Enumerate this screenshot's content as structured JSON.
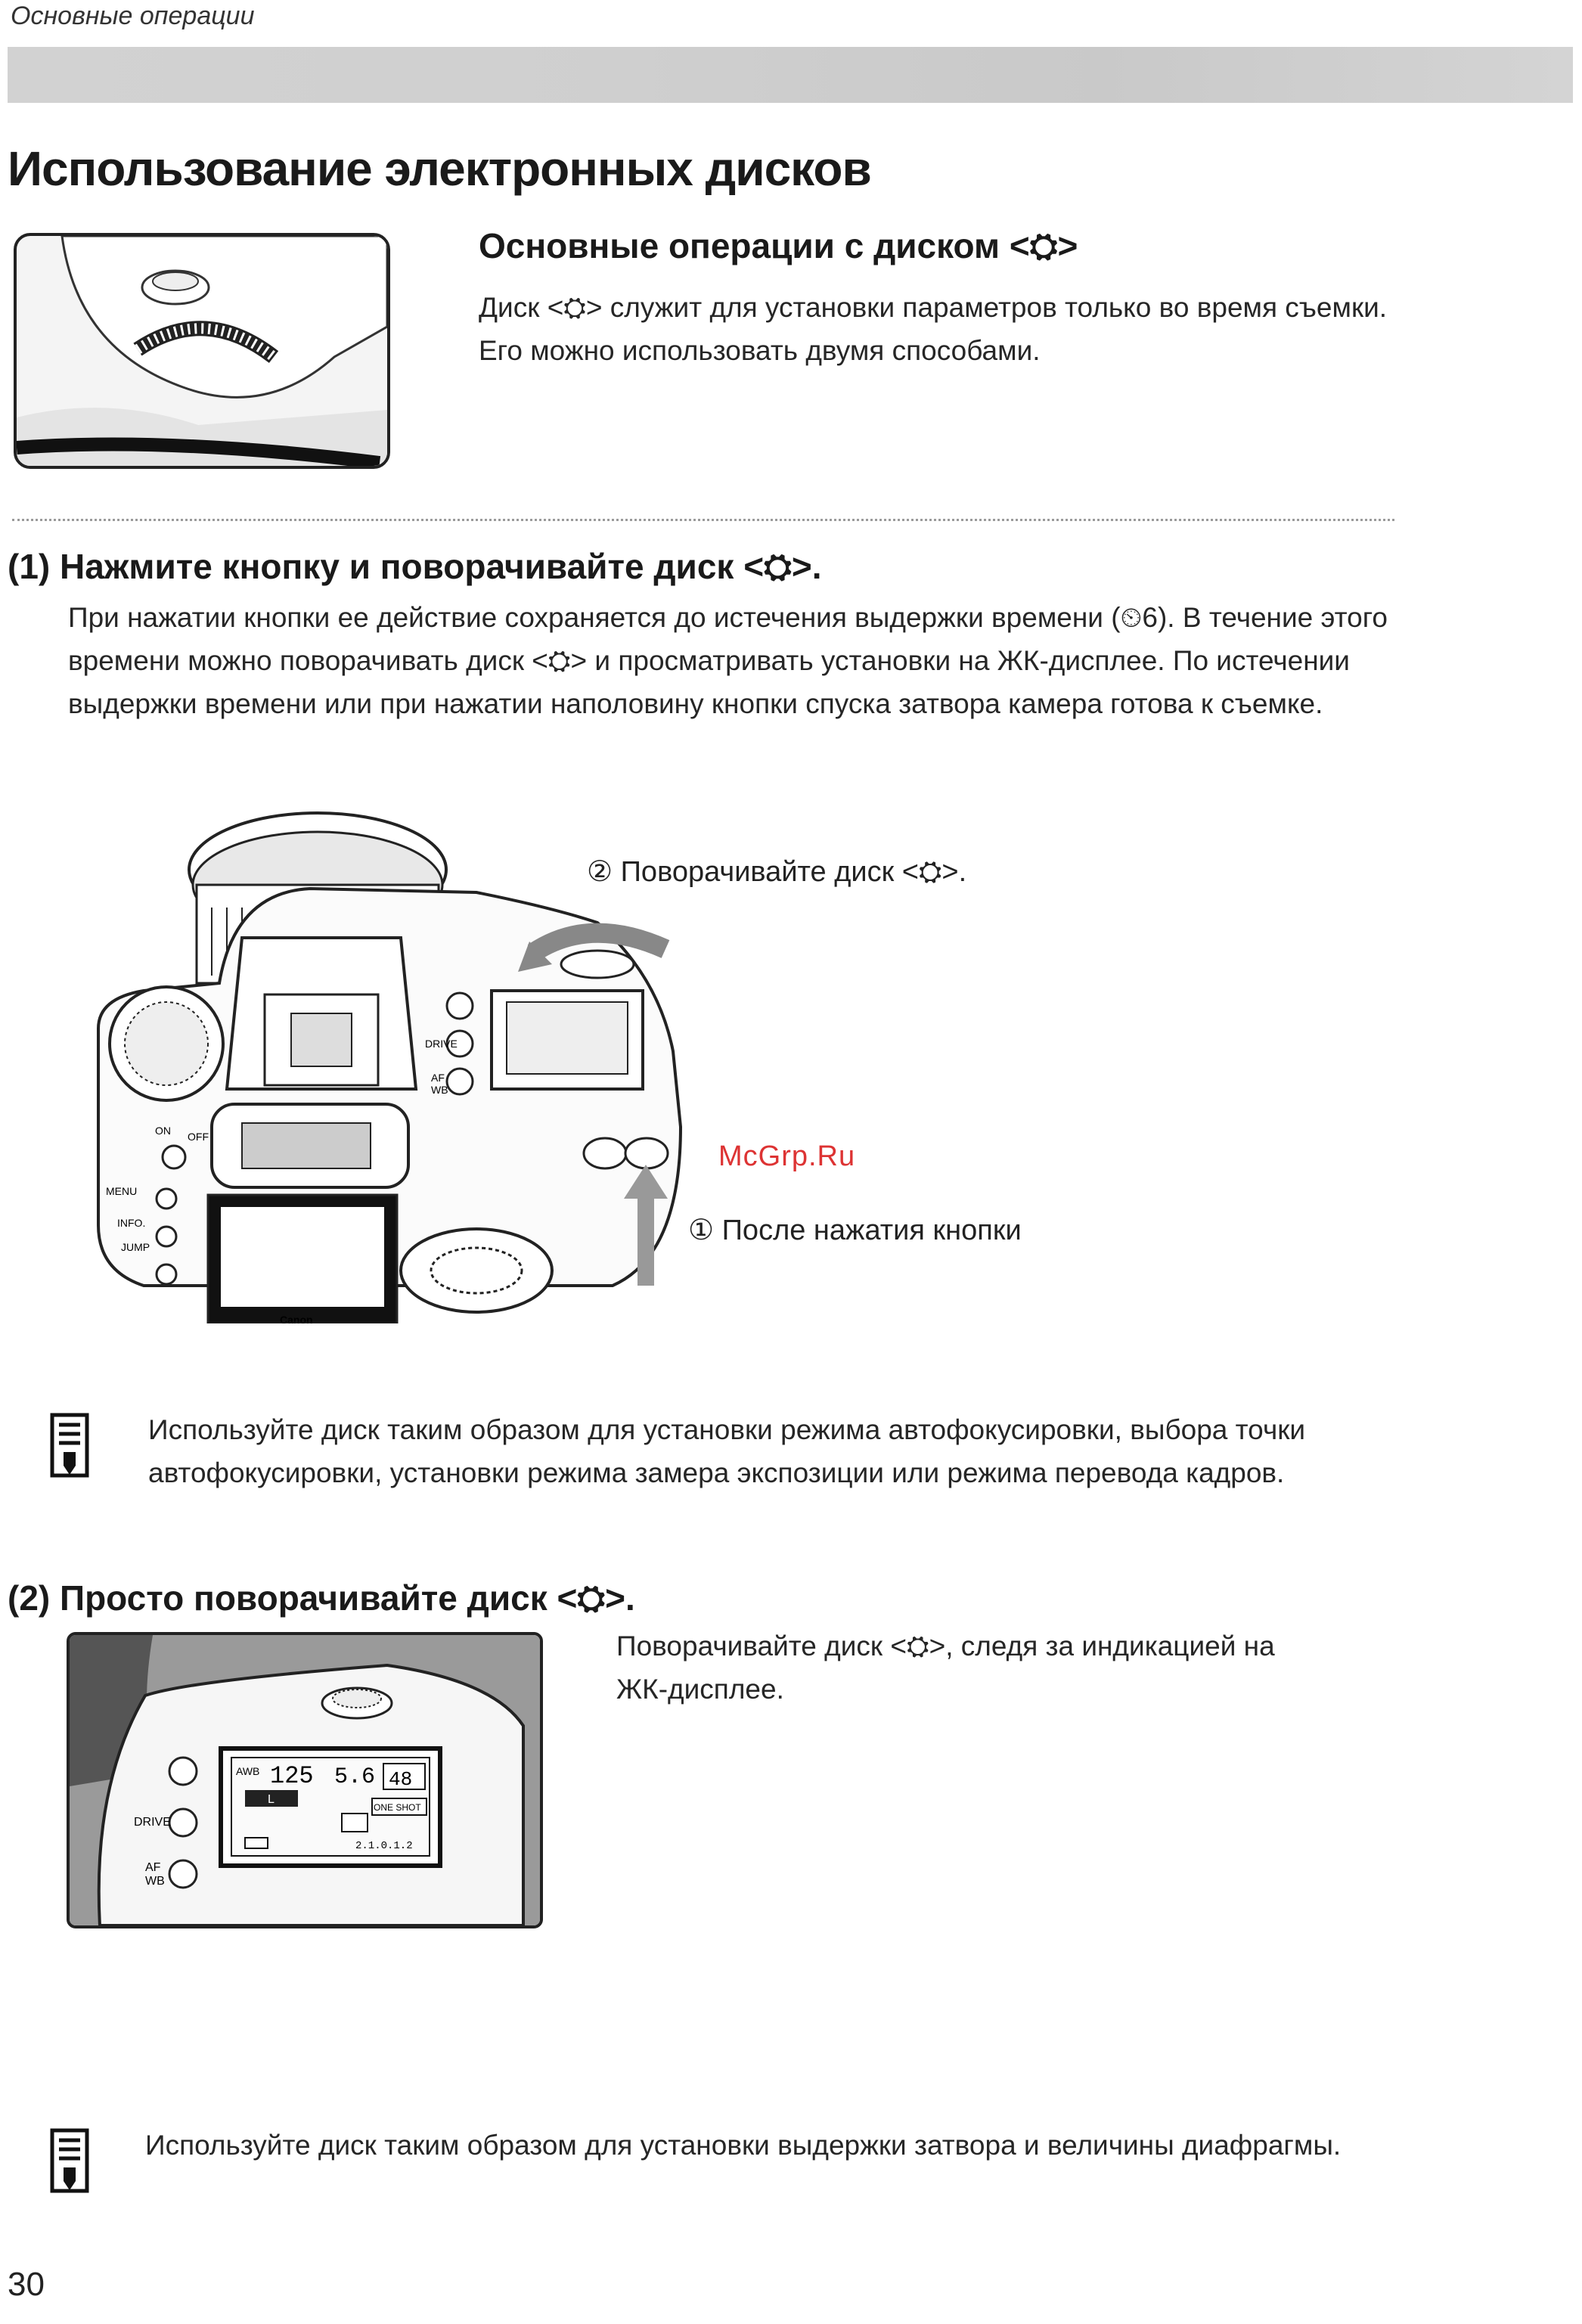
{
  "header": {
    "section_label": "Основные операции"
  },
  "title": "Использование электронных дисков",
  "intro": {
    "subheading": "Основные операции с диском <⛭>",
    "lines": [
      "Диск <⛭> служит для установки параметров только во время съемки.",
      "Его можно использовать двумя способами."
    ]
  },
  "section1": {
    "heading": "(1) Нажмите кнопку и поворачивайте диск <⛭>.",
    "lines": [
      "При нажатии кнопки ее действие сохраняется до истечения выдержки времени (⏲6). В течение этого",
      "времени можно поворачивать диск <⛭> и просматривать установки на ЖК-дисплее. По истечении",
      "выдержки времени или при нажатии наполовину кнопки спуска затвора камера готова к съемке."
    ],
    "callout_turn": "② Поворачивайте диск <⛭>.",
    "callout_press": "① После нажатия кнопки",
    "camera_labels": {
      "menu": "MENU",
      "info": "INFO.",
      "jump": "JUMP",
      "on": "ON",
      "off": "OFF",
      "drive": "DRIVE",
      "af": "AF",
      "wb": "WB",
      "brand": "Canon"
    },
    "note": [
      "Используйте диск таким образом для установки режима автофокусировки, выбора точки",
      "автофокусировки, установки режима замера экспозиции или режима перевода кадров."
    ]
  },
  "section2": {
    "heading": "(2) Просто поворачивайте диск <⛭>.",
    "lines": [
      "Поворачивайте диск <⛭>, следя за индикацией на",
      "ЖК-дисплее."
    ],
    "lcd": {
      "shutter": "125",
      "aperture": "5.6",
      "shots": "48",
      "af_mode": "ONE SHOT",
      "awb": "AWB",
      "quality": "L",
      "scale": "2.1.0.1.2"
    },
    "note": "Используйте диск таким образом для установки выдержки затвора и величины диафрагмы."
  },
  "watermark": "McGrp.Ru",
  "page_number": "30"
}
